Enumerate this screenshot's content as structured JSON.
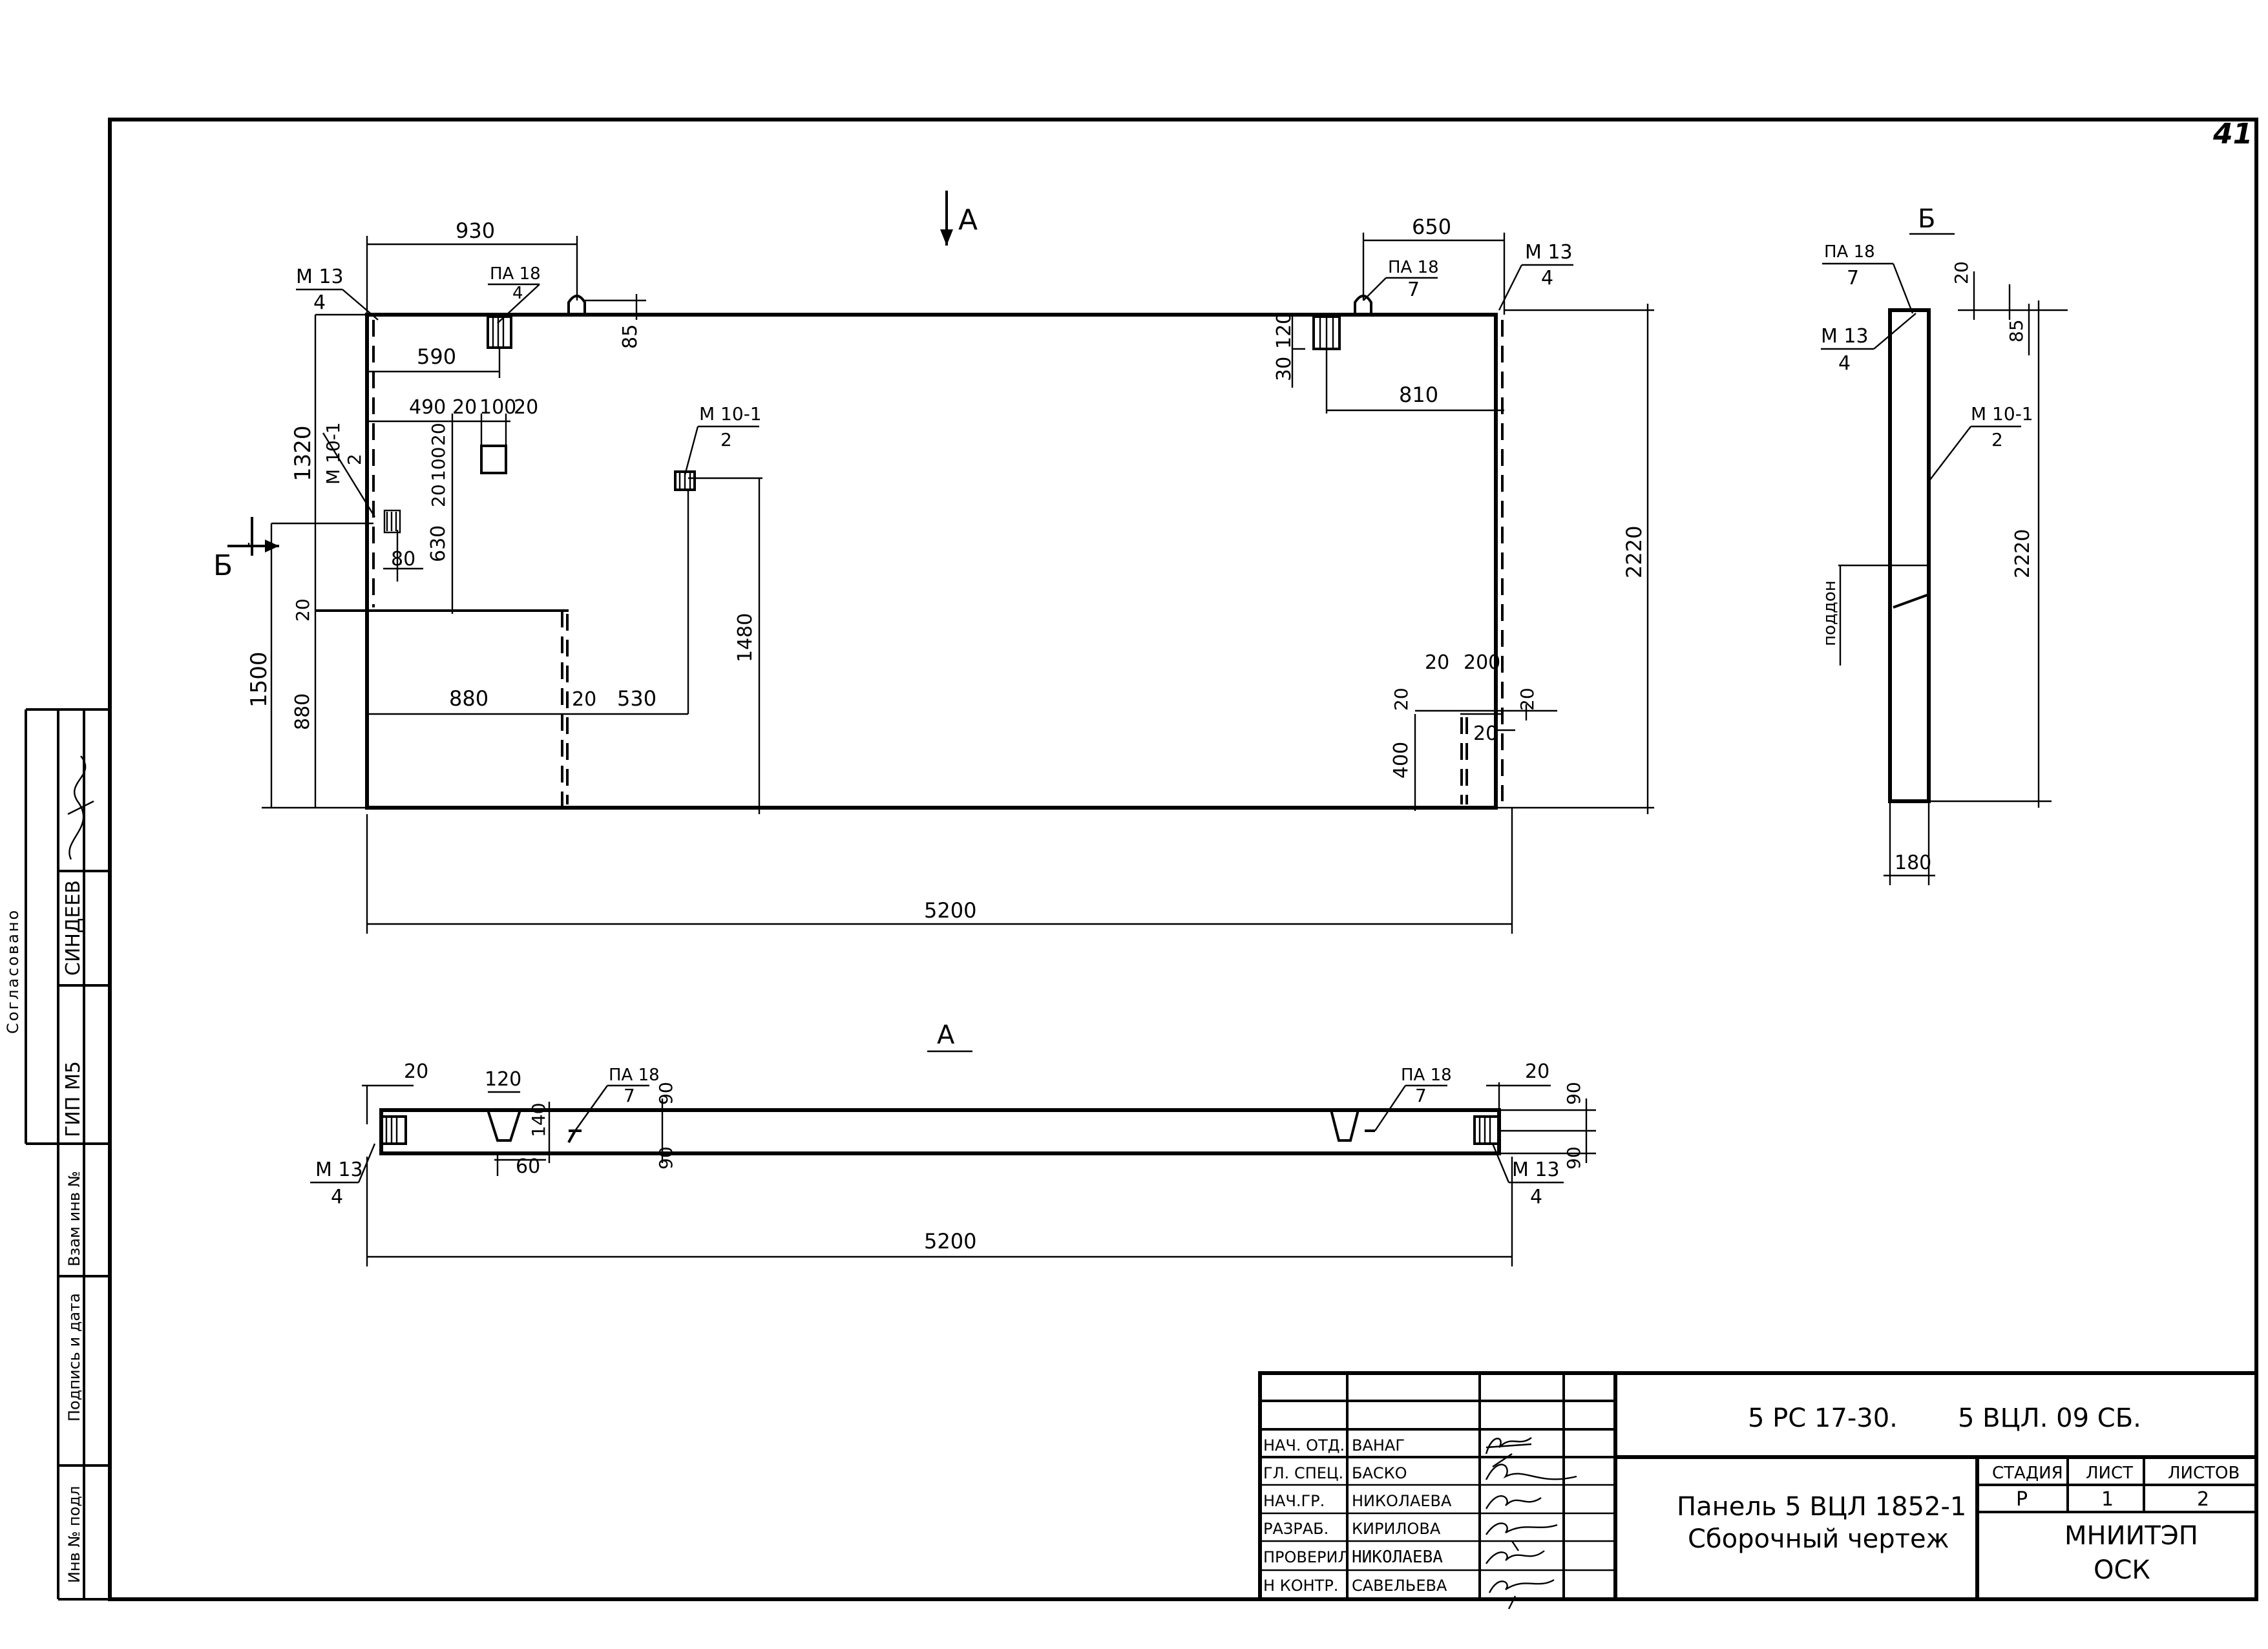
{
  "sheet": {
    "number": "41"
  },
  "section_labels": {
    "a": "А",
    "b": "Б"
  },
  "front_view": {
    "dims": {
      "d930": "930",
      "d650": "650",
      "d590": "590",
      "d490": "490",
      "d20a": "20",
      "d100": "100",
      "d20b": "20",
      "d85": "85",
      "d120": "120",
      "d30": "30",
      "d810": "810",
      "d1320": "1320",
      "d20c": "20",
      "d100v": "100",
      "d20d": "20",
      "d630": "630",
      "d80": "80",
      "d20e": "20",
      "d1500": "1500",
      "d880v": "880",
      "d880": "880",
      "d20f": "20",
      "d530": "530",
      "d1480": "1480",
      "d2220": "2220",
      "d20g": "20",
      "d200": "200",
      "d20h": "20",
      "d20i": "20",
      "d20j": "20",
      "d400": "400",
      "d5200": "5200"
    },
    "callouts": {
      "m13_left": {
        "top": "М 13",
        "bottom": "4"
      },
      "pa18_left": {
        "top": "ПА 18",
        "bottom": "4"
      },
      "pa18_right": {
        "top": "ПА 18",
        "bottom": "7"
      },
      "m13_right": {
        "top": "М 13",
        "bottom": "4"
      },
      "m10_left": {
        "top": "М 10-1",
        "bottom": "2"
      },
      "m10_center": {
        "top": "М 10-1",
        "bottom": "2"
      }
    }
  },
  "side_view": {
    "dims": {
      "d20": "20",
      "d85": "85",
      "d2220": "2220",
      "d180": "180"
    },
    "callouts": {
      "pa18": {
        "top": "ПА 18",
        "bottom": "7"
      },
      "m13": {
        "top": "М 13",
        "bottom": "4"
      },
      "m10": {
        "top": "М 10-1",
        "bottom": "2"
      }
    },
    "label_podon": "поддон"
  },
  "plan_view": {
    "dims": {
      "d20l": "20",
      "d120": "120",
      "d140": "140",
      "d60": "60",
      "d90a": "90",
      "d90b": "90",
      "d20r": "20",
      "d90c": "90",
      "d90d": "90",
      "d5200": "5200"
    },
    "callouts": {
      "pa18_left": {
        "top": "ПА 18",
        "bottom": "7"
      },
      "pa18_right": {
        "top": "ПА 18",
        "bottom": "7"
      },
      "m13_left": {
        "top": "М 13",
        "bottom": "4"
      },
      "m13_right": {
        "top": "М 13",
        "bottom": "4"
      }
    }
  },
  "left_stamp": {
    "agreed": "Согласовано",
    "name": "СИНДЕЕВ",
    "role": "ГИП М5",
    "inv_replace": "Взам инв №",
    "sign_date": "Подпись и дата",
    "inv_orig": "Инв № подл"
  },
  "title_block": {
    "doc_code": "5 РС 17-30.",
    "doc_code2": "5 ВЦЛ. 09 СБ.",
    "title_line1": "Панель 5 ВЦЛ 1852-1",
    "title_line2": "Сборочный чертеж",
    "stage_label": "СТАДИЯ",
    "sheet_label": "ЛИСТ",
    "sheets_label": "ЛИСТОВ",
    "stage": "Р",
    "sheet": "1",
    "sheets": "2",
    "org_line1": "МНИИТЭП",
    "org_line2": "ОСК",
    "staff": [
      {
        "role": "НАЧ. ОТД.",
        "name": "ВАНАГ"
      },
      {
        "role": "ГЛ. СПЕЦ.",
        "name": "БАСКО"
      },
      {
        "role": "НАЧ.ГР.",
        "name": "НИКОЛАЕВА"
      },
      {
        "role": "РАЗРАБ.",
        "name": "КИРИЛОВА"
      },
      {
        "role": "ПРОВЕРИЛ",
        "name": "НИКОЛАЕВА"
      },
      {
        "role": "Н КОНТР.",
        "name": "САВЕЛЬЕВА"
      }
    ]
  }
}
